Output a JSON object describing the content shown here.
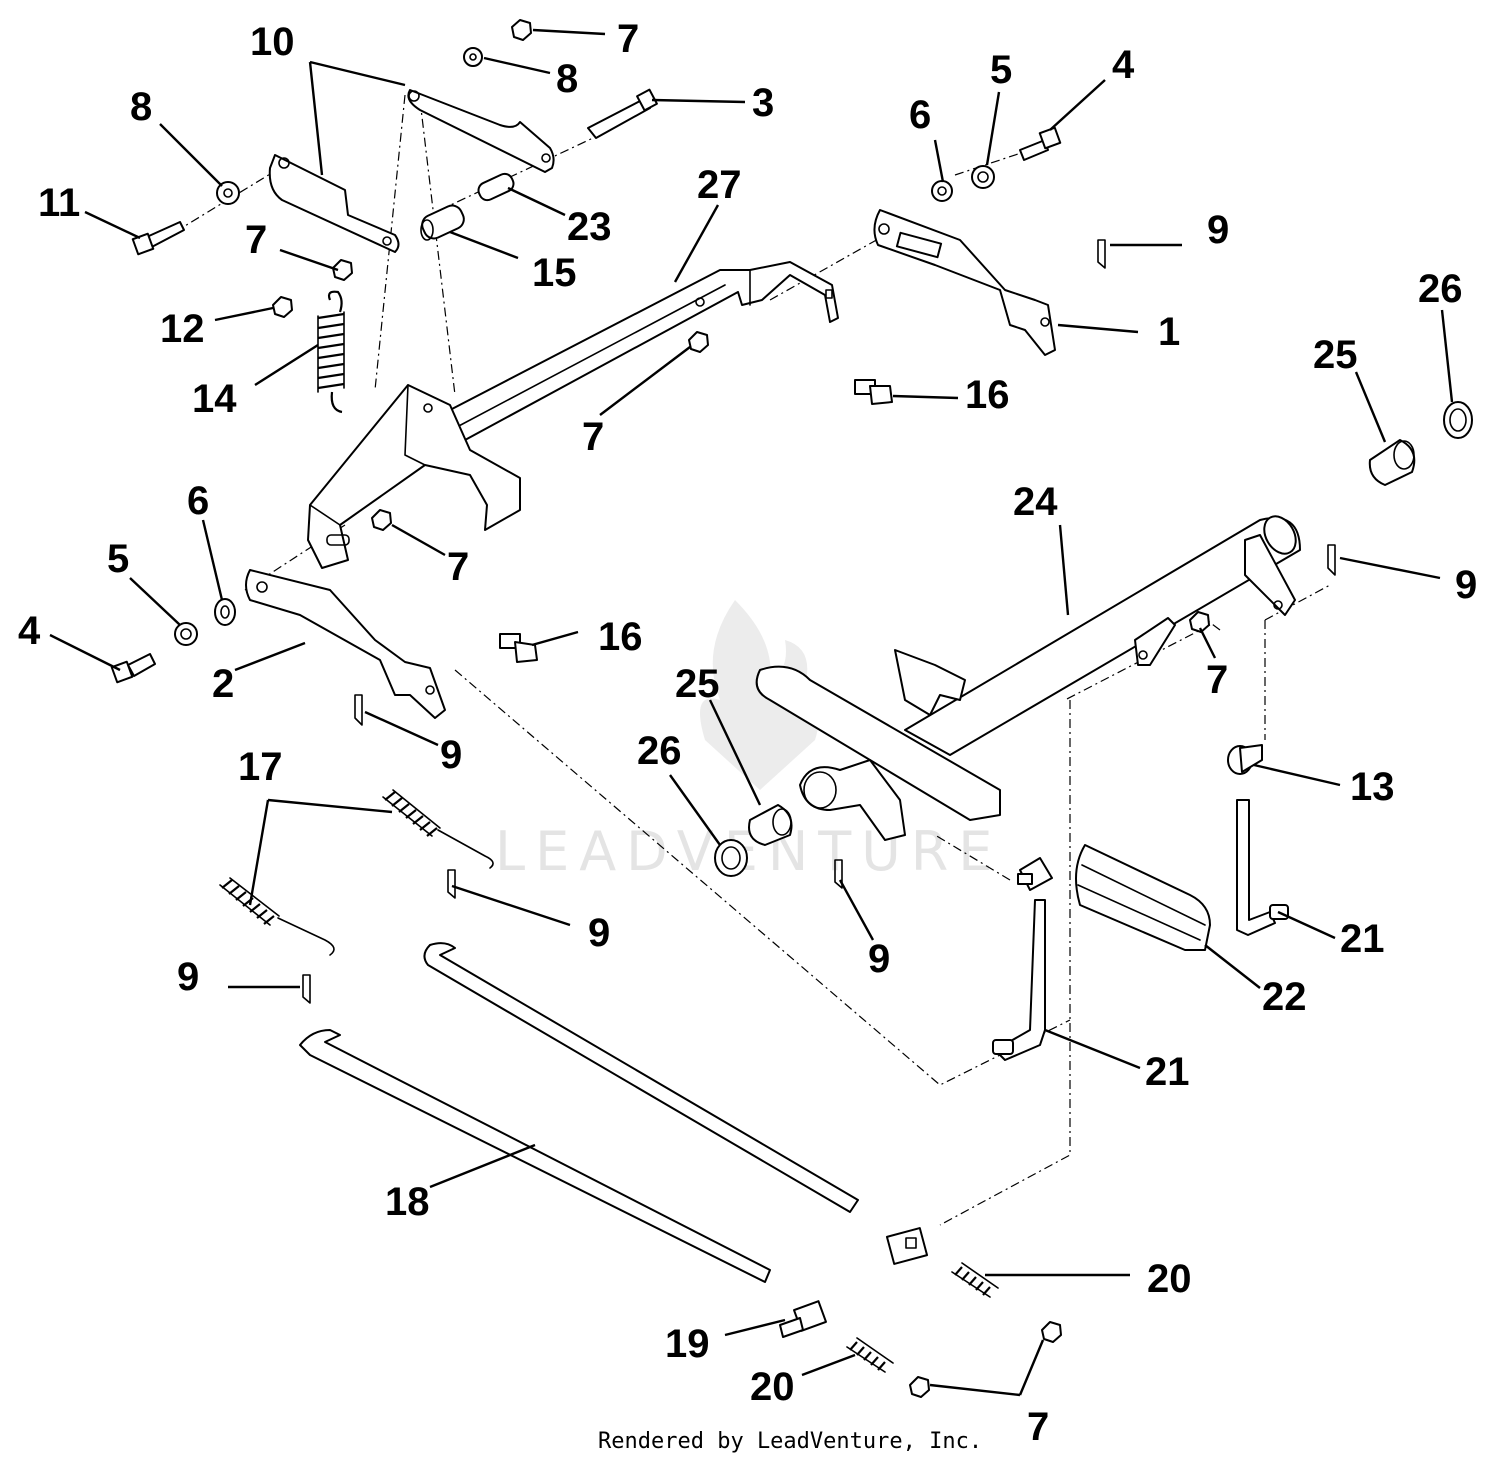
{
  "diagram": {
    "callouts": {
      "c1": "1",
      "c2": "2",
      "c3": "3",
      "c4a": "4",
      "c4b": "4",
      "c5a": "5",
      "c5b": "5",
      "c6a": "6",
      "c6b": "6",
      "c7a": "7",
      "c7b": "7",
      "c7c": "7",
      "c7d": "7",
      "c7e": "7",
      "c7f": "7",
      "c8a": "8",
      "c8b": "8",
      "c9a": "9",
      "c9b": "9",
      "c9c": "9",
      "c9d": "9",
      "c9e": "9",
      "c9f": "9",
      "c10": "10",
      "c11": "11",
      "c12": "12",
      "c13": "13",
      "c14": "14",
      "c15": "15",
      "c16a": "16",
      "c16b": "16",
      "c17": "17",
      "c18": "18",
      "c19": "19",
      "c20a": "20",
      "c20b": "20",
      "c21a": "21",
      "c21b": "21",
      "c22": "22",
      "c23": "23",
      "c24": "24",
      "c25a": "25",
      "c25b": "25",
      "c26a": "26",
      "c26b": "26",
      "c27": "27"
    },
    "watermark": "LEADVENTURE",
    "footer": "Rendered by LeadVenture, Inc."
  }
}
